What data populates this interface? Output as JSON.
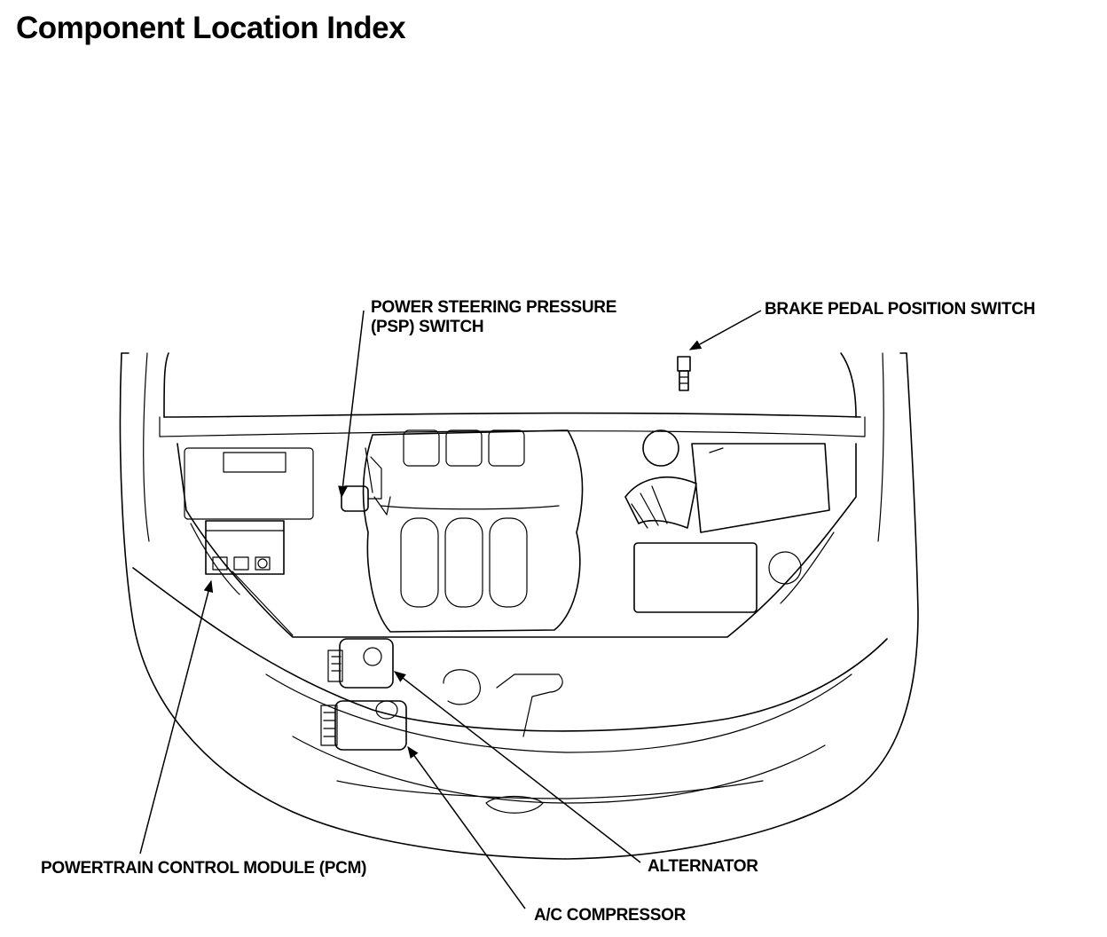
{
  "title": "Component Location Index",
  "labels": {
    "psp_line1": "POWER STEERING PRESSURE",
    "psp_line2": "(PSP) SWITCH",
    "brake": "BRAKE PEDAL POSITION SWITCH",
    "pcm": "POWERTRAIN CONTROL MODULE (PCM)",
    "alternator": "ALTERNATOR",
    "ac_compressor": "A/C COMPRESSOR"
  }
}
